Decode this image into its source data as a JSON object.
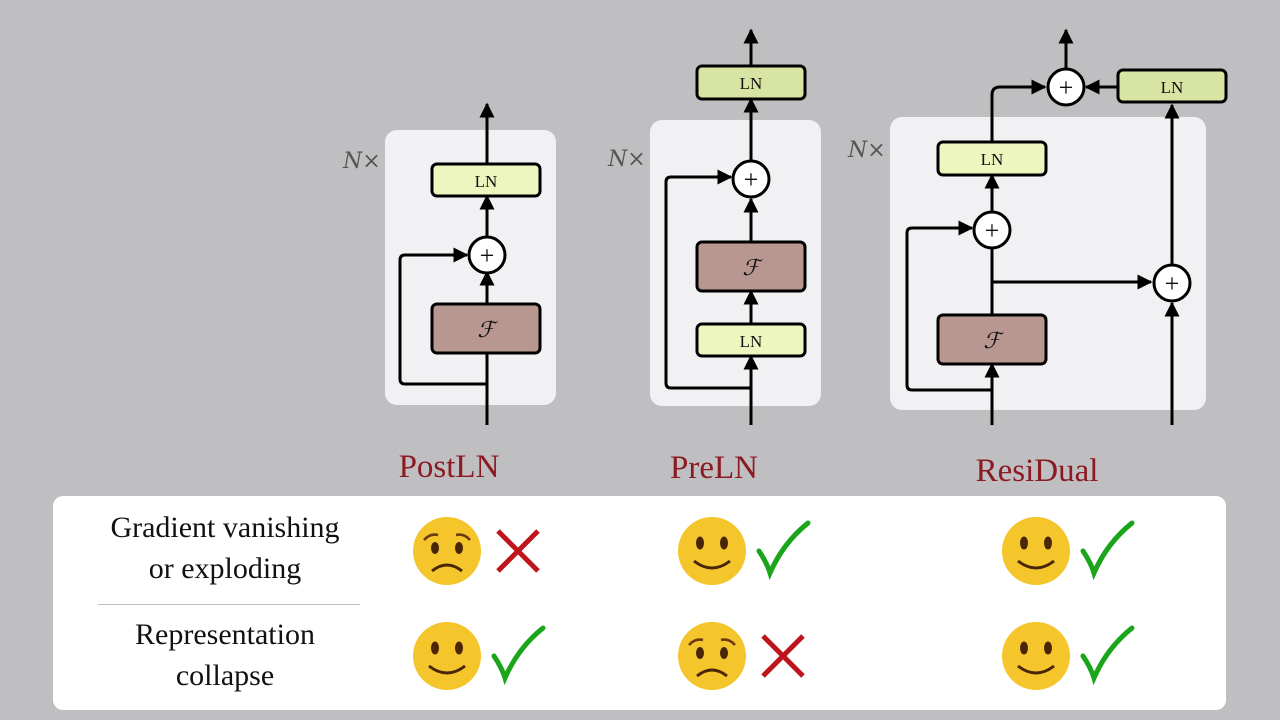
{
  "architectures": [
    {
      "name": "PostLN",
      "repeat": "N×"
    },
    {
      "name": "PreLN",
      "repeat": "N×"
    },
    {
      "name": "ResiDual",
      "repeat": "N×"
    }
  ],
  "blocks": {
    "ln": "LN",
    "sublayer": "ℱ",
    "add": "+"
  },
  "table": {
    "rows": [
      {
        "label_line1": "Gradient vanishing",
        "label_line2": "or exploding",
        "results": [
          {
            "face": "worried-face",
            "mark": "cross"
          },
          {
            "face": "smiling-face",
            "mark": "check"
          },
          {
            "face": "smiling-face",
            "mark": "check"
          }
        ]
      },
      {
        "label_line1": "Representation",
        "label_line2": "collapse",
        "results": [
          {
            "face": "smiling-face",
            "mark": "check"
          },
          {
            "face": "worried-face",
            "mark": "cross"
          },
          {
            "face": "smiling-face",
            "mark": "check"
          }
        ]
      }
    ]
  },
  "colors": {
    "panel": "#f1f1f3",
    "ln_fill": "#eef6bf",
    "ln_top_fill": "#d8e4a4",
    "sublayer_fill": "#b89790",
    "title": "#8b1a22",
    "check": "#1aa51a",
    "cross": "#c0141c",
    "emoji": "#f5c52c"
  }
}
